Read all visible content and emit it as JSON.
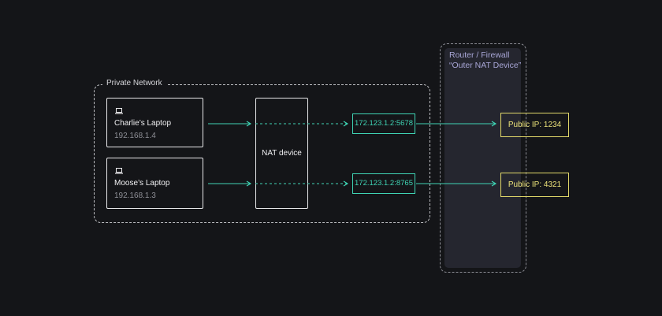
{
  "router": {
    "title_line1": "Router / Firewall",
    "title_line2": "“Outer NAT Device”"
  },
  "private_network": {
    "label": "Private Network"
  },
  "laptops": [
    {
      "name": "Charlie’s Laptop",
      "ip": "192.168.1.4"
    },
    {
      "name": "Moose’s Laptop",
      "ip": "192.168.1.3"
    }
  ],
  "nat_device": {
    "label": "NAT device"
  },
  "translated_addresses": [
    "172.123.1.2:5678",
    "172.123.1.2:8765"
  ],
  "public_ips": [
    "Public IP: 1234",
    "Public IP: 4321"
  ],
  "colors": {
    "background": "#141518",
    "connection": "#3fd4b4",
    "public_ip": "#e2d96a",
    "router_fill": "#25262f",
    "router_text": "#a8a6d6"
  },
  "icons": {
    "device": "laptop-icon"
  }
}
